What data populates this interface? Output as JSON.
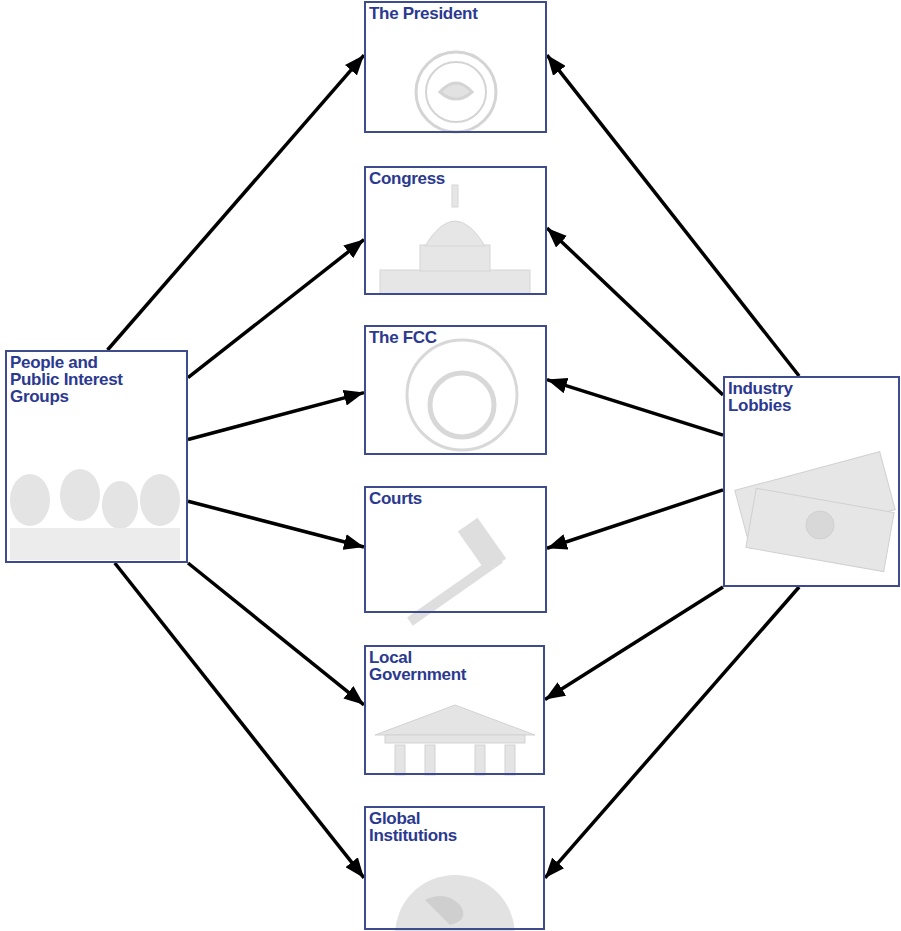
{
  "diagram": {
    "nodes": [
      {
        "text": [
          "People and Public Interest Groups"
        ]
      },
      {
        "text": [
          "The President"
        ]
      },
      {
        "text": [
          "Congress"
        ]
      },
      {
        "text": [
          "The FCC"
        ]
      },
      {
        "text": [
          "Courts"
        ]
      },
      {
        "text": [
          "Local Government"
        ]
      },
      {
        "text": [
          "Global Institutions"
        ]
      },
      {
        "text": [
          "Industry Lobbies"
        ]
      }
    ],
    "edges": [
      {
        "from": 0,
        "to": 1,
        "arrow": "to"
      },
      {
        "from": 0,
        "to": 2,
        "arrow": "to"
      },
      {
        "from": 0,
        "to": 3,
        "arrow": "to"
      },
      {
        "from": 0,
        "to": 4,
        "arrow": "to"
      },
      {
        "from": 0,
        "to": 5,
        "arrow": "to"
      },
      {
        "from": 0,
        "to": 6,
        "arrow": "to"
      },
      {
        "from": 7,
        "to": 1,
        "arrow": "to"
      },
      {
        "from": 7,
        "to": 2,
        "arrow": "to"
      },
      {
        "from": 7,
        "to": 3,
        "arrow": "to"
      },
      {
        "from": 7,
        "to": 4,
        "arrow": "to"
      },
      {
        "from": 7,
        "to": 5,
        "arrow": "to"
      },
      {
        "from": 7,
        "to": 6,
        "arrow": "to"
      }
    ]
  }
}
